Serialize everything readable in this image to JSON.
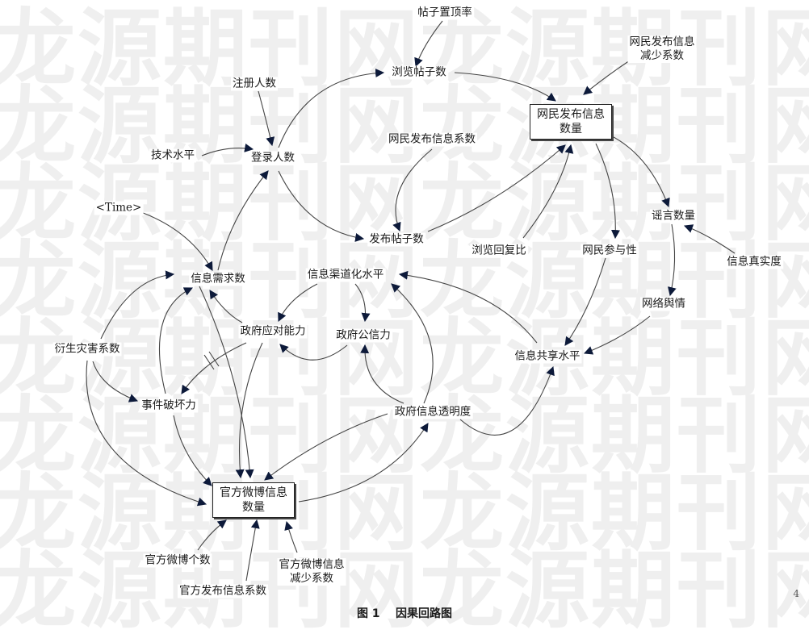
{
  "watermark": {
    "rows": [
      "龙源期刊网龙源期刊网龙源期刊网",
      "龙源期刊网龙源期刊网龙源期刊网",
      "龙源期刊网龙源期刊网龙源期刊网",
      "龙源期刊网龙源期刊网龙源期刊网",
      "龙源期刊网龙源期刊网龙源期刊网",
      "龙源期刊网龙源期刊网龙源期刊网",
      "龙源期刊网龙源期刊网龙源期刊网",
      "龙源期刊网龙源期刊网龙源期刊网"
    ]
  },
  "nodes": {
    "tiezi_zhiding": "帖子置顶率",
    "wangmin_jianshao": "网民发布信息\n减少系数",
    "liulan_tiezi": "浏览帖子数",
    "zhuce": "注册人数",
    "wangmin_stock": "网民发布信息\n数量",
    "jishu": "技术水平",
    "denglu": "登录人数",
    "wangmin_xishu": "网民发布信息系数",
    "time": "<Time>",
    "fabu_tiezi": "发布帖子数",
    "yaoyan": "谣言数量",
    "liulan_huifu": "浏览回复比",
    "canyu": "网民参与性",
    "zhenshi": "信息真实度",
    "xuqiu": "信息需求数",
    "qudao": "信息渠道化水平",
    "yuqing": "网络舆情",
    "yingdui": "政府应对能力",
    "gongxin": "政府公信力",
    "yansheng": "衍生灾害系数",
    "gongxiang": "信息共享水平",
    "pohuai": "事件破坏力",
    "touming": "政府信息透明度",
    "guanfang_stock": "官方微博信息\n数量",
    "guanfang_geshu": "官方微博个数",
    "guanfang_jianshao": "官方微博信息\n减少系数",
    "guanfang_fabu": "官方发布信息系数"
  },
  "caption": "图 1    因果回路图",
  "edge_mark": "4"
}
